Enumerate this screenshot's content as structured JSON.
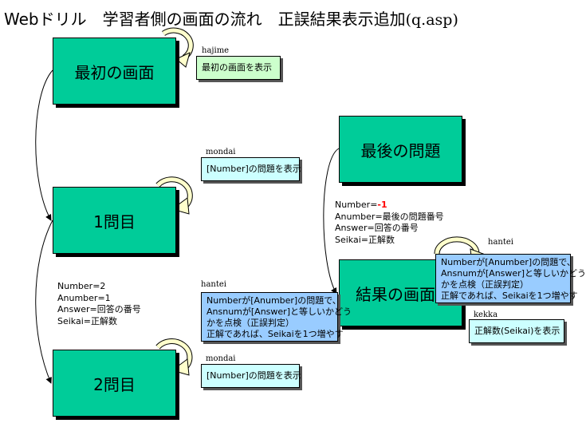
{
  "title": {
    "text": "Webドリル　学習者側の画面の流れ　正誤結果表示追加",
    "file": "(q.asp)"
  },
  "boxes": {
    "first": "最初の画面",
    "q1": "1問目",
    "q2": "2問目",
    "last": "最後の問題",
    "result": "結果の画面"
  },
  "labels": {
    "hajime": "hajime",
    "mondai1": "mondai",
    "mondai2": "mondai",
    "hantei1": "hantei",
    "hantei2": "hantei",
    "kekka": "kekka"
  },
  "notes": {
    "hajime": "最初の画面を表示",
    "mondai1": "[Number]の問題を表示",
    "mondai2": "[Number]の問題を表示",
    "hantei1": [
      "Numberが[Anumber]の問題で、",
      "Ansnumが[Answer]と等しいかどう",
      "かを点検（正誤判定）",
      "正解であれば、Seikaiを1つ増やす"
    ],
    "hantei2": [
      "Numberが[Anumber]の問題で、",
      "Ansnumが[Answer]と等しいかどう",
      "かを点検（正誤判定）",
      "正解であれば、Seikaiを1つ増やす"
    ],
    "kekka": "正解数(Seikai)を表示"
  },
  "vars_left": {
    "number": "Number=2",
    "anumber": "Anumber=1",
    "answer": "Answer=回答の番号",
    "seikai": "Seikai=正解数"
  },
  "vars_right": {
    "number_prefix": "Number=",
    "number_value": "-1",
    "anumber": "Anumber=最後の問題番号",
    "answer": "Answer=回答の番号",
    "seikai": "Seikai=正解数"
  },
  "colors": {
    "box": "#00cc99",
    "note_green": "#ccffcc",
    "note_cyan": "#ccffff",
    "note_blue": "#99ccff",
    "loop_arrow": "#ffffcc",
    "highlight": "#ff0000"
  }
}
